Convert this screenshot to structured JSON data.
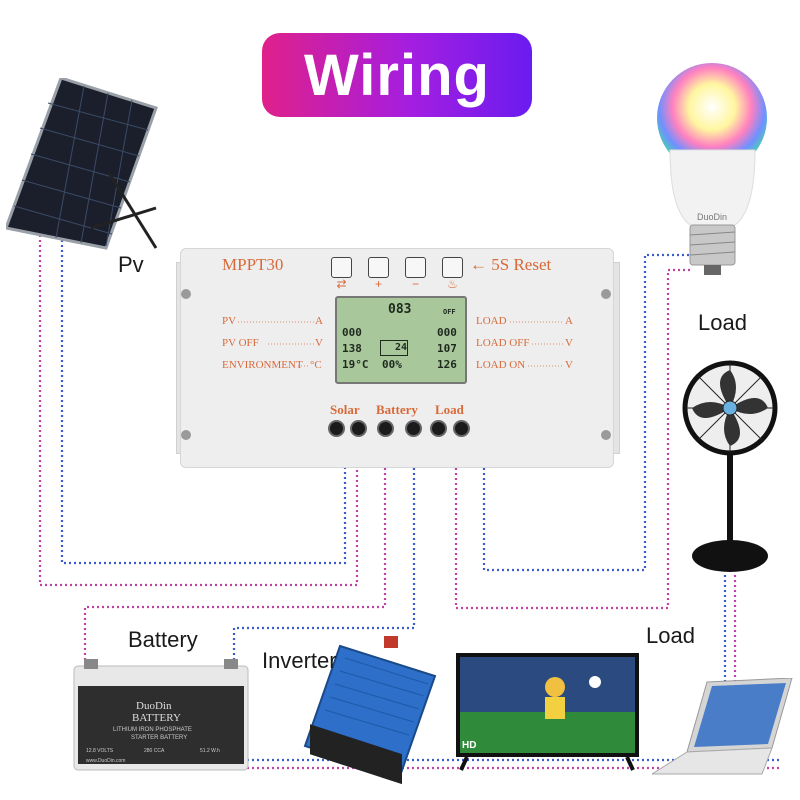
{
  "title": "Wiring",
  "labels": {
    "pv": "Pv",
    "load_top": "Load",
    "battery": "Battery",
    "inverter": "Inverter",
    "load_bottom": "Load"
  },
  "controller": {
    "model": "MPPT30",
    "reset_label": "← 5S Reset",
    "buttons": [
      "⇄",
      "+",
      "−",
      "♨"
    ],
    "left_readouts": [
      {
        "label": "PV",
        "unit": "A"
      },
      {
        "label": "PV OFF",
        "unit": "V"
      },
      {
        "label": "ENVIRONMENT",
        "unit": "°C"
      }
    ],
    "right_readouts": [
      {
        "label": "LOAD",
        "unit": "A"
      },
      {
        "label": "LOAD OFF",
        "unit": "V"
      },
      {
        "label": "LOAD ON",
        "unit": "V"
      }
    ],
    "lcd": {
      "top_value": "083",
      "left_values": [
        "000",
        "138",
        "19°C"
      ],
      "center_values": [
        "24",
        "00%"
      ],
      "right_values": [
        "000",
        "107",
        "126"
      ],
      "off_label": "OFF"
    },
    "terminal_sections": [
      "Solar",
      "Battery",
      "Load"
    ]
  },
  "battery": {
    "brand": "DuoDin",
    "type": "BATTERY",
    "line1": "LITHIUM IRON PHOSPHATE",
    "line2": "STARTER BATTERY",
    "specs": [
      "12.8 VOLTS",
      "280 CCA",
      "51.2 W.h"
    ],
    "url": "www.DuoDin.com"
  },
  "bulb_brand": "DuoDin",
  "tv_badge": "HD",
  "colors": {
    "wire_blue": "#3a5ad0",
    "wire_magenta": "#c23fa4",
    "accent_orange": "#d86a3a",
    "title_gradient_start": "#e0208a",
    "title_gradient_end": "#6a1cf0"
  }
}
